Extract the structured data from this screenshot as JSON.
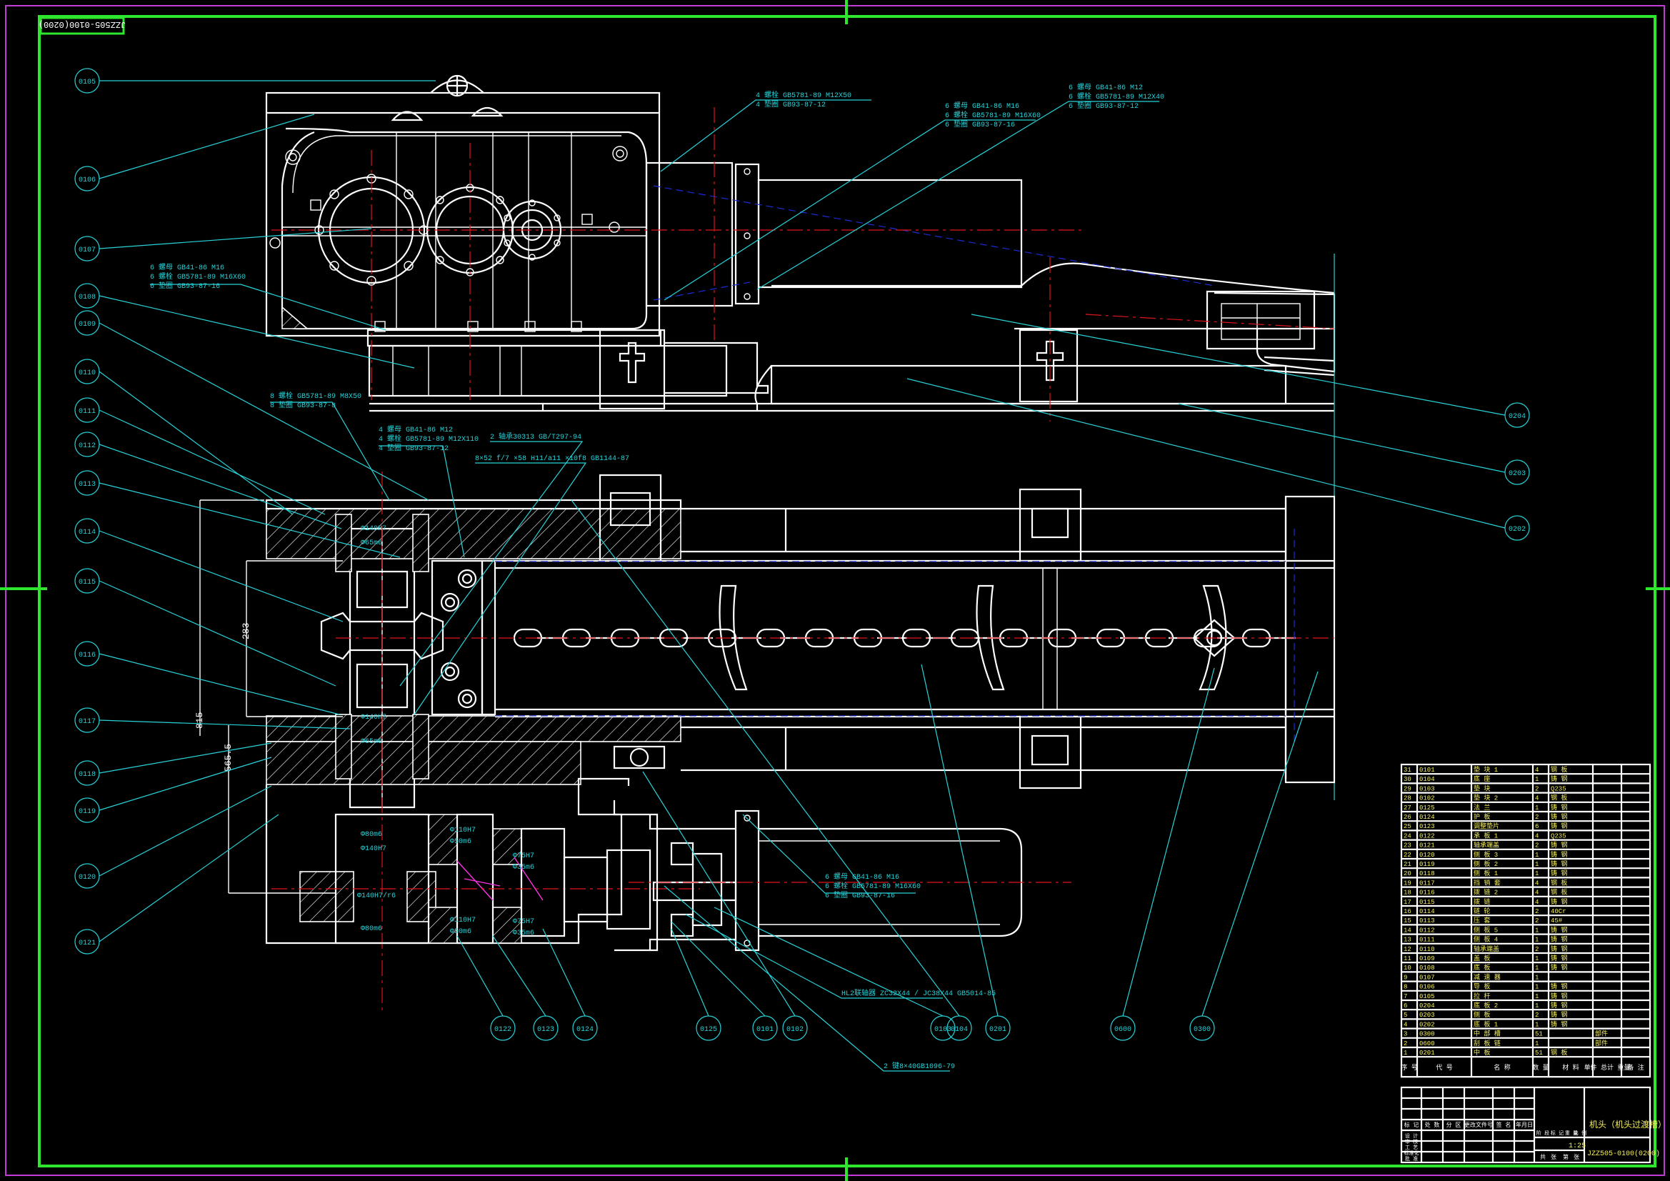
{
  "drawing_code_rotated": "JZZ505-0100(0200)",
  "title_block": {
    "name": "机头（机头过渡槽）",
    "scale": "1:25",
    "drawing_no": "JZZ505-0100(0200)"
  },
  "callouts_left": [
    "0105",
    "0106",
    "0107",
    "0108",
    "0109",
    "0110",
    "0111",
    "0112",
    "0113",
    "0114",
    "0115",
    "0116",
    "0117",
    "0118",
    "0119",
    "0120",
    "0121"
  ],
  "callouts_bottom": [
    "0122",
    "0123",
    "0124",
    "0125",
    "0101",
    "0102",
    "0103",
    "0104",
    "0201",
    "0600",
    "0300"
  ],
  "callouts_right": [
    "0204",
    "0203",
    "0202"
  ],
  "notes": [
    {
      "id": "n1",
      "lines": [
        "4 螺栓 GB5781-89 M12X50",
        "4 垫圈 GB93-87-12"
      ]
    },
    {
      "id": "n2",
      "lines": [
        "6 螺母 GB41-86 M16",
        "6 螺栓 GB5781-89 M16X60",
        "6 垫圈 GB93-87-16"
      ]
    },
    {
      "id": "n3",
      "lines": [
        "6 螺母 GB41-86 M12",
        "6 螺栓 GB5781-89 M12X40",
        "6 垫圈 GB93-87-12"
      ]
    },
    {
      "id": "n4",
      "lines": [
        "6 螺母 GB41-86 M16",
        "6 螺栓 GB5781-89 M16X60",
        "6 垫圈 GB93-87-16"
      ]
    },
    {
      "id": "n5",
      "lines": [
        "8 螺栓 GB5781-89 M8X50",
        "8 垫圈 GB93-87-8"
      ]
    },
    {
      "id": "n6",
      "lines": [
        "4 螺母 GB41-86 M12",
        "4 螺栓 GB5781-89 M12X110",
        "4 垫圈 GB93-87-12"
      ]
    },
    {
      "id": "n7",
      "lines": [
        "2 轴承30313 GB/T297-94"
      ]
    },
    {
      "id": "n8",
      "lines": [
        "8×52 f/7 ×58 H11/a11 ×10f8 GB1144-87"
      ]
    },
    {
      "id": "n9",
      "lines": [
        "6 螺母 GB41-86 M16",
        "6 螺栓 GB5781-89 M16X60",
        "6 垫圈 GB93-87-16"
      ]
    },
    {
      "id": "n10",
      "lines": [
        "HL2联轴器 ZC32X44 / JC38X44 GB5014-85"
      ]
    },
    {
      "id": "n11",
      "lines": [
        "2 键8×40GB1096-79"
      ]
    }
  ],
  "fit_labels": [
    "Φ140H7",
    "Φ65m6",
    "Φ140H7",
    "Φ65m6",
    "Φ80m6",
    "Φ140H7",
    "Φ110H7",
    "Φ50m6",
    "Φ75H7",
    "Φ35m6",
    "Φ140H7/r6",
    "Φ80m6",
    "Φ110H7",
    "Φ50m6",
    "Φ75H7",
    "Φ35m6"
  ],
  "dimension_labels": [
    "283",
    "815",
    "565.5"
  ],
  "bom": {
    "rows": [
      [
        "31",
        "0101",
        "垫 块 1",
        "4",
        "钢 板",
        ""
      ],
      [
        "30",
        "0104",
        "底 座",
        "1",
        "铸 钢",
        ""
      ],
      [
        "29",
        "0103",
        "垫 块",
        "2",
        "Q235",
        ""
      ],
      [
        "28",
        "0102",
        "垫 块 2",
        "4",
        "钢 板",
        ""
      ],
      [
        "27",
        "0125",
        "法 兰",
        "1",
        "铸 钢",
        ""
      ],
      [
        "26",
        "0124",
        "护 板",
        "2",
        "铸 钢",
        ""
      ],
      [
        "25",
        "0123",
        "调整垫片",
        "6",
        "铸 钢",
        ""
      ],
      [
        "24",
        "0122",
        "承 板 1",
        "4",
        "Q235",
        ""
      ],
      [
        "23",
        "0121",
        "轴承端盖",
        "2",
        "铸 钢",
        ""
      ],
      [
        "22",
        "0120",
        "侧 板 3",
        "1",
        "铸 钢",
        ""
      ],
      [
        "21",
        "0119",
        "侧 板 2",
        "1",
        "铸 钢",
        ""
      ],
      [
        "20",
        "0118",
        "侧 板 1",
        "1",
        "铸 钢",
        ""
      ],
      [
        "19",
        "0117",
        "挡 销 套",
        "4",
        "钢 板",
        ""
      ],
      [
        "18",
        "0116",
        "拨 链 2",
        "4",
        "钢 板",
        ""
      ],
      [
        "17",
        "0115",
        "拨 链",
        "4",
        "铸 钢",
        ""
      ],
      [
        "16",
        "0114",
        "链 轮",
        "2",
        "40Cr",
        ""
      ],
      [
        "15",
        "0113",
        "压 套",
        "2",
        "45#",
        ""
      ],
      [
        "14",
        "0112",
        "侧 板 5",
        "1",
        "铸 钢",
        ""
      ],
      [
        "13",
        "0111",
        "侧 板 4",
        "1",
        "铸 钢",
        ""
      ],
      [
        "12",
        "0110",
        "轴承端盖",
        "2",
        "铸 钢",
        ""
      ],
      [
        "11",
        "0109",
        "盖 板",
        "1",
        "铸 钢",
        ""
      ],
      [
        "10",
        "0108",
        "底 板",
        "1",
        "铸 钢",
        ""
      ],
      [
        "9",
        "0107",
        "减 速 器",
        "1",
        "",
        ""
      ],
      [
        "8",
        "0106",
        "导 板",
        "1",
        "铸 钢",
        ""
      ],
      [
        "7",
        "0105",
        "拉 杆",
        "1",
        "铸 钢",
        ""
      ],
      [
        "6",
        "0204",
        "底 板 2",
        "1",
        "铸 钢",
        ""
      ],
      [
        "5",
        "0203",
        "侧 板",
        "2",
        "铸 钢",
        ""
      ],
      [
        "4",
        "0202",
        "底 板 1",
        "1",
        "铸 钢",
        ""
      ],
      [
        "3",
        "0300",
        "中 部 槽",
        "51",
        "",
        "部件"
      ],
      [
        "2",
        "0600",
        "刮 板 链",
        "1",
        "",
        "部件"
      ],
      [
        "1",
        "0201",
        "中 板",
        "51",
        "钢 板",
        ""
      ]
    ],
    "header": [
      "序 号",
      "代 号",
      "名 称",
      "数 量",
      "材 料",
      "单件 总计 重量",
      "备 注"
    ],
    "sign_labels": [
      "标 记",
      "处 数",
      "分 区",
      "更改文件号",
      "签 名",
      "年月日"
    ],
    "role_labels": [
      "设 计",
      "审 核",
      "工 艺",
      "标准化",
      "批 准"
    ],
    "stage_labels": [
      "阶 段",
      "标 记",
      "重 量",
      "比 例"
    ],
    "sheet_labels": [
      "共",
      "张",
      "第",
      "张"
    ]
  }
}
